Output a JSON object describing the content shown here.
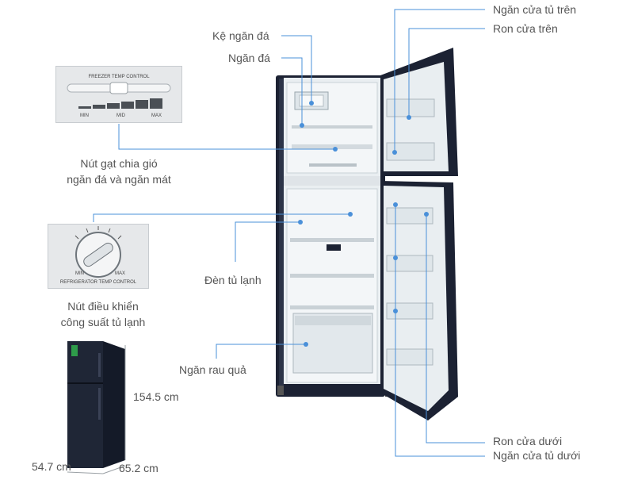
{
  "labels": {
    "ke_ngan_da": "Kệ ngăn đá",
    "ngan_da": "Ngăn đá",
    "ngan_cua_tu_tren": "Ngăn cửa tủ trên",
    "ron_cua_tren": "Ron cửa trên",
    "nut_gat_line1": "Nút gạt chia gió",
    "nut_gat_line2": "ngăn đá và ngăn mát",
    "den_tu_lanh": "Đèn tủ lạnh",
    "nut_dieu_khien_line1": "Nút điều khiển",
    "nut_dieu_khien_line2": "công suất tủ lạnh",
    "ngan_rau_qua": "Ngăn rau quả",
    "ron_cua_duoi": "Ron cửa dưới",
    "ngan_cua_tu_duoi": "Ngăn cửa tủ dưới"
  },
  "freezer_control": {
    "title": "FREEZER TEMP CONTROL",
    "min": "MIN",
    "mid": "MID",
    "max": "MAX"
  },
  "fridge_control": {
    "min": "MIN",
    "max": "MAX",
    "caption": "REFRIGERATOR TEMP CONTROL"
  },
  "dimensions": {
    "height": "154.5 cm",
    "width": "54.7 cm",
    "depth": "65.2 cm"
  },
  "colors": {
    "leader_line": "#4a90d9",
    "fridge_body": "#1c2233",
    "interior": "#e9eef1"
  }
}
